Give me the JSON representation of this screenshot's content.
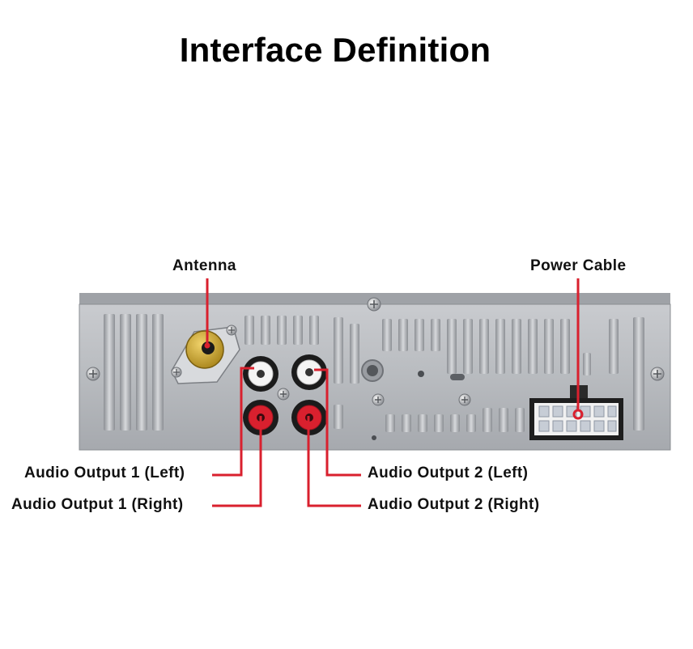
{
  "title": "Interface Definition",
  "labels": {
    "antenna": "Antenna",
    "power_cable": "Power Cable",
    "audio_out_1_left": "Audio Output 1 (Left)",
    "audio_out_1_right": "Audio Output 1 (Right)",
    "audio_out_2_left": "Audio Output 2 (Left)",
    "audio_out_2_right": "Audio Output 2 (Right)"
  },
  "colors": {
    "callout_line": "#d9202e",
    "panel": "#b9bcc1",
    "panel_dark": "#8e9196",
    "antenna_gold": "#c9a52a",
    "rca_white": "#f2f2f2",
    "rca_red": "#d9202e"
  },
  "icons": [
    "antenna-connector",
    "rca-jack",
    "iso-power-connector",
    "screw"
  ]
}
